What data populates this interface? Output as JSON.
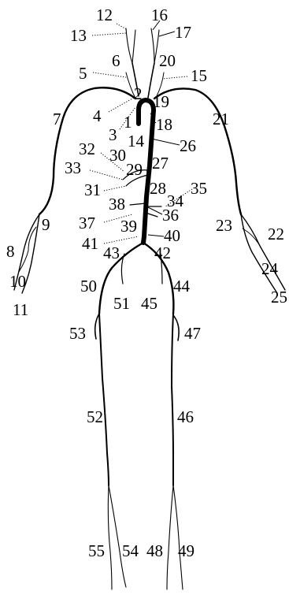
{
  "diagram": {
    "labels": [
      "1",
      "2",
      "3",
      "4",
      "5",
      "6",
      "7",
      "8",
      "9",
      "10",
      "11",
      "12",
      "13",
      "14",
      "15",
      "16",
      "17",
      "18",
      "19",
      "20",
      "21",
      "22",
      "23",
      "24",
      "25",
      "26",
      "27",
      "28",
      "29",
      "30",
      "31",
      "32",
      "33",
      "34",
      "35",
      "36",
      "37",
      "38",
      "39",
      "40",
      "41",
      "42",
      "43",
      "44",
      "45",
      "46",
      "47",
      "48",
      "49",
      "50",
      "51",
      "52",
      "53",
      "54",
      "55"
    ]
  }
}
